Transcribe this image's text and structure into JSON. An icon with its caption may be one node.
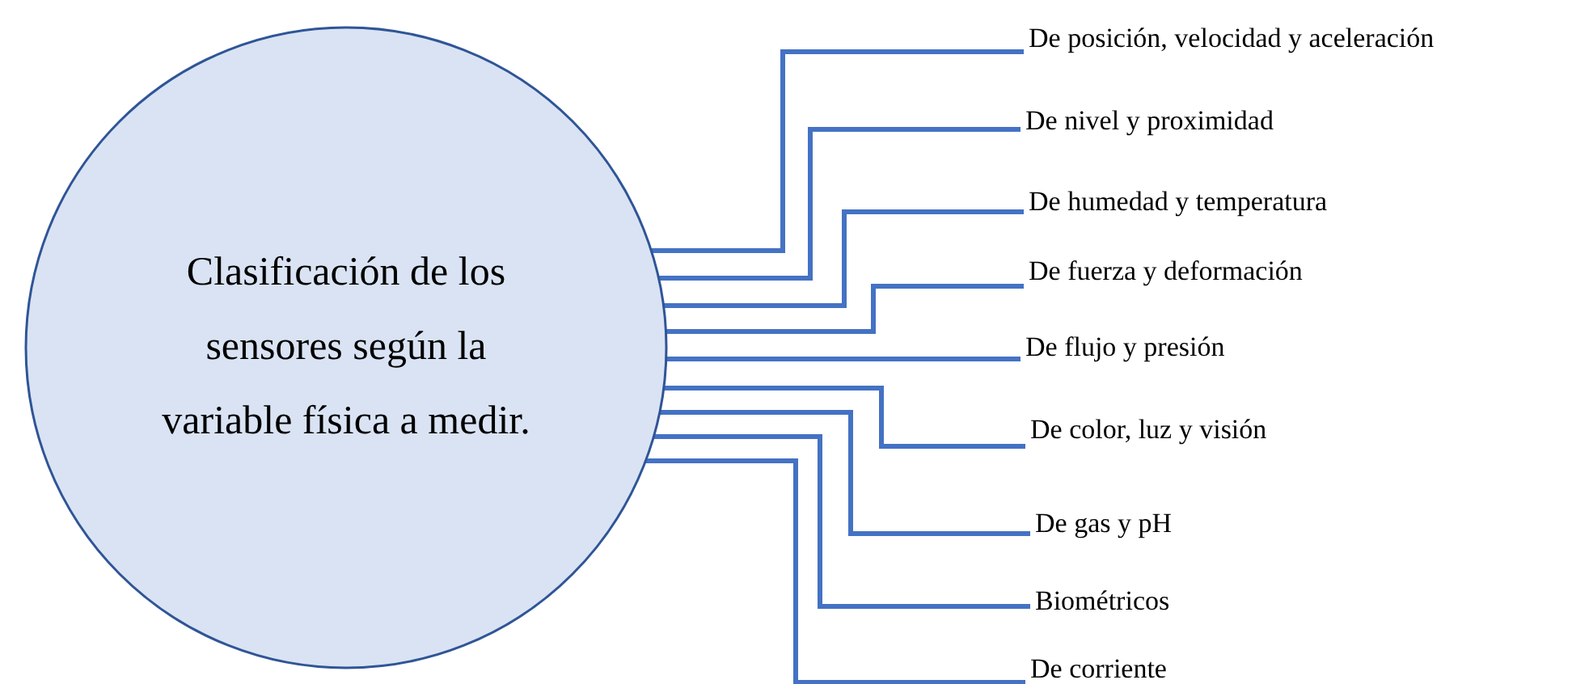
{
  "diagram": {
    "nodes": [
      {
        "text": [
          "Clasificación de los sensores según la variable física a medir."
        ]
      },
      {
        "text": [
          "De posición, velocidad y aceleración"
        ]
      },
      {
        "text": [
          "De nivel y proximidad"
        ]
      },
      {
        "text": [
          "De humedad y temperatura"
        ]
      },
      {
        "text": [
          "De fuerza y deformación"
        ]
      },
      {
        "text": [
          "De flujo y presión"
        ]
      },
      {
        "text": [
          "De color, luz y visión"
        ]
      },
      {
        "text": [
          "De gas y pH"
        ]
      },
      {
        "text": [
          "Biométricos"
        ]
      },
      {
        "text": [
          "De corriente"
        ]
      }
    ],
    "edges": [
      {
        "from": 0,
        "to": 1,
        "arrow": "none"
      },
      {
        "from": 0,
        "to": 2,
        "arrow": "none"
      },
      {
        "from": 0,
        "to": 3,
        "arrow": "none"
      },
      {
        "from": 0,
        "to": 4,
        "arrow": "none"
      },
      {
        "from": 0,
        "to": 5,
        "arrow": "none"
      },
      {
        "from": 0,
        "to": 6,
        "arrow": "none"
      },
      {
        "from": 0,
        "to": 7,
        "arrow": "none"
      },
      {
        "from": 0,
        "to": 8,
        "arrow": "none"
      },
      {
        "from": 0,
        "to": 9,
        "arrow": "none"
      }
    ]
  }
}
